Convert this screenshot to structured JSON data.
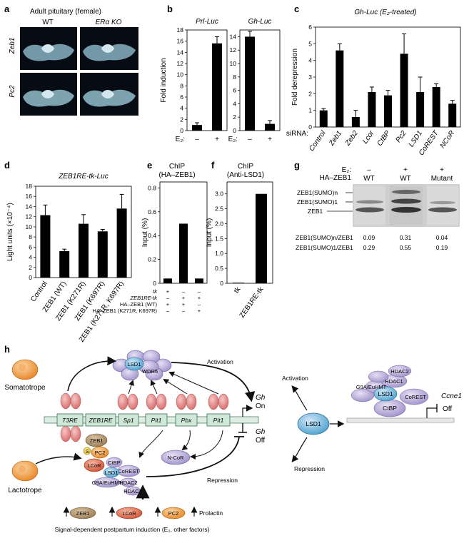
{
  "panels": {
    "a": {
      "label": "a",
      "title": "Adult pituitary (female)",
      "columns": [
        "WT",
        "ERα KO"
      ],
      "rows": [
        "Zeb1",
        "Pc2"
      ]
    },
    "b": {
      "label": "b"
    },
    "c": {
      "label": "c"
    },
    "d": {
      "label": "d"
    },
    "e": {
      "label": "e",
      "title": "ChIP",
      "subtitle": "(HA–ZEB1)"
    },
    "f": {
      "label": "f",
      "title": "ChIP",
      "subtitle": "(Anti-LSD1)"
    },
    "g": {
      "label": "g",
      "e2_label": "E₂:",
      "ha_label": "HA–ZEB1",
      "lanes": [
        {
          "e2": "–",
          "ha": "WT"
        },
        {
          "e2": "+",
          "ha": "WT"
        },
        {
          "e2": "+",
          "ha": "Mutant"
        }
      ],
      "band_labels": [
        "ZEB1(SUMO)n",
        "ZEB1(SUMO)1",
        "ZEB1"
      ],
      "ratio_rows": [
        {
          "label": "ZEB1(SUMO)n/ZEB1",
          "values": [
            "0.09",
            "0.31",
            "0.04"
          ]
        },
        {
          "label": "ZEB1(SUMO)1/ZEB1",
          "values": [
            "0.29",
            "0.55",
            "0.19"
          ]
        }
      ]
    },
    "h": {
      "label": "h",
      "cells": {
        "somatotrope": "Somatotrope",
        "lactotrope": "Lactotrope"
      },
      "dna_elements": [
        "T3RE",
        "ZEB1RE",
        "Sp1",
        "Pit1",
        "Pbx",
        "Pit1"
      ],
      "complex_labels": {
        "lsd1": "LSD1",
        "wdr5": "WDR5",
        "zeb1": "ZEB1",
        "s": "S",
        "pc2": "PC2",
        "lcor": "LCoR",
        "ctbp": "CtBP",
        "corest": "CoREST",
        "g9a": "G9A/EuHMT",
        "hdac2": "HDAC2",
        "hdac1": "HDAC1",
        "ncor": "N-CoR"
      },
      "gh_on": "Gh",
      "on": "On",
      "gh_off": "Gh",
      "off": "Off",
      "activation": "Activation",
      "repression": "Repression",
      "right_lsd1": "LSD1",
      "right_activation": "Activation",
      "right_repression": "Repression",
      "ccne1": "Ccne1",
      "ccne1_off": "Off",
      "bottom_factors": [
        "ZEB1",
        "LCoR",
        "PC2",
        "Prolactin"
      ],
      "footnote": "Signal-dependent postpartum induction (E₂, other factors)"
    }
  },
  "chart_data": [
    {
      "id": "b1",
      "type": "bar",
      "title": "Prl-Luc",
      "ylabel": "Fold induction",
      "xlabel": "E₂:",
      "categories": [
        "–",
        "+"
      ],
      "values": [
        1.0,
        15.6
      ],
      "errors": [
        0.4,
        1.2
      ],
      "ylim": [
        0,
        18
      ],
      "yticks": [
        0,
        2,
        4,
        6,
        8,
        10,
        12,
        14,
        16,
        18
      ]
    },
    {
      "id": "b2",
      "type": "bar",
      "title": "Gh-Luc",
      "xlabel": "E₂:",
      "categories": [
        "–",
        "+"
      ],
      "values": [
        14.0,
        1.0
      ],
      "errors": [
        0.8,
        0.5
      ],
      "ylim": [
        0,
        15
      ],
      "yticks": [
        0,
        2,
        4,
        6,
        8,
        10,
        12,
        14
      ]
    },
    {
      "id": "c",
      "type": "bar",
      "title": "Gh-Luc (E₂-treated)",
      "ylabel": "Fold derepression",
      "xlabel": "siRNA:",
      "categories": [
        "Control",
        "Zeb1",
        "Zeb2",
        "Lcor",
        "CtBP",
        "Pc2",
        "LSD1",
        "CoREST",
        "NCoR"
      ],
      "values": [
        1.0,
        4.6,
        0.6,
        2.1,
        1.9,
        4.4,
        2.1,
        2.4,
        1.4
      ],
      "errors": [
        0.1,
        0.4,
        0.4,
        0.3,
        0.3,
        1.2,
        0.9,
        0.2,
        0.2
      ],
      "ylim": [
        0,
        6
      ],
      "yticks": [
        0,
        1,
        2,
        3,
        4,
        5,
        6
      ]
    },
    {
      "id": "d",
      "type": "bar",
      "title": "ZEB1RE-tk-Luc",
      "ylabel": "Light units (×10⁻⁴)",
      "categories": [
        "Control",
        "ZEB1 (WT)",
        "ZEB1 (K271R)",
        "ZEB1 (K697R)",
        "ZEB1 (K271R, K697R)"
      ],
      "values": [
        12.3,
        5.2,
        10.6,
        9.1,
        13.6
      ],
      "errors": [
        2.0,
        0.4,
        1.8,
        0.4,
        2.8
      ],
      "ylim": [
        0,
        18
      ],
      "yticks": [
        0,
        2,
        4,
        6,
        8,
        10,
        12,
        14,
        16,
        18
      ]
    },
    {
      "id": "e",
      "type": "bar",
      "ylabel": "Input (%)",
      "values": [
        0.04,
        0.5,
        0.04
      ],
      "ylim": [
        0,
        0.85
      ],
      "yticks": [
        0,
        0.2,
        0.4,
        0.6,
        0.8
      ],
      "conditions": [
        {
          "label": "tk",
          "values": [
            "+",
            "–",
            "–"
          ]
        },
        {
          "label": "ZEB1RE-tk",
          "values": [
            "–",
            "+",
            "+"
          ]
        },
        {
          "label": "HA–ZEB1 (WT)",
          "values": [
            "+",
            "+",
            "–"
          ]
        },
        {
          "label": "HA–ZEB1 (K271R, K697R)",
          "values": [
            "–",
            "–",
            "+"
          ]
        }
      ]
    },
    {
      "id": "f",
      "type": "bar",
      "ylabel": "Input (%)",
      "categories": [
        "tk",
        "ZEB1RE-tk"
      ],
      "values": [
        0.02,
        3.0
      ],
      "ylim": [
        0,
        3.4
      ],
      "yticks": [
        0,
        0.5,
        1.0,
        1.5,
        2.0,
        2.5,
        3.0
      ]
    }
  ]
}
